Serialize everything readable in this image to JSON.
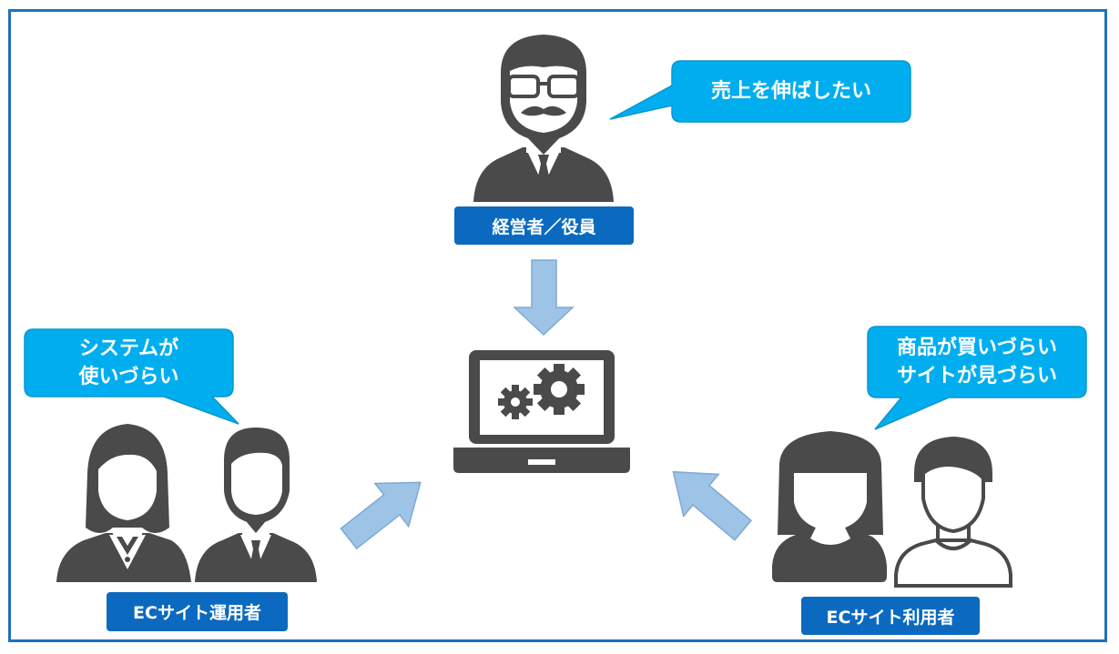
{
  "colors": {
    "frame": "#1f6fbf",
    "label_bg": "#0b6abf",
    "bubble_bg": "#00aeef",
    "bubble_border": "#0896cf",
    "figure": "#4a4a4a",
    "arrow_fill": "#9dc3e6",
    "arrow_stroke": "#7fa9d3"
  },
  "executive": {
    "label": "経営者／役員",
    "speech": "売上を伸ばしたい",
    "icon": "businessman-with-glasses-icon"
  },
  "operators": {
    "label": "ECサイト運用者",
    "speech_lines": [
      "システムが",
      "使いづらい"
    ],
    "icon": "office-workers-icon"
  },
  "users": {
    "label": "ECサイト利用者",
    "speech_lines": [
      "商品が買いづらい",
      "サイトが見づらい"
    ],
    "icon": "customers-icon"
  },
  "center": {
    "icon": "laptop-gears-icon"
  }
}
